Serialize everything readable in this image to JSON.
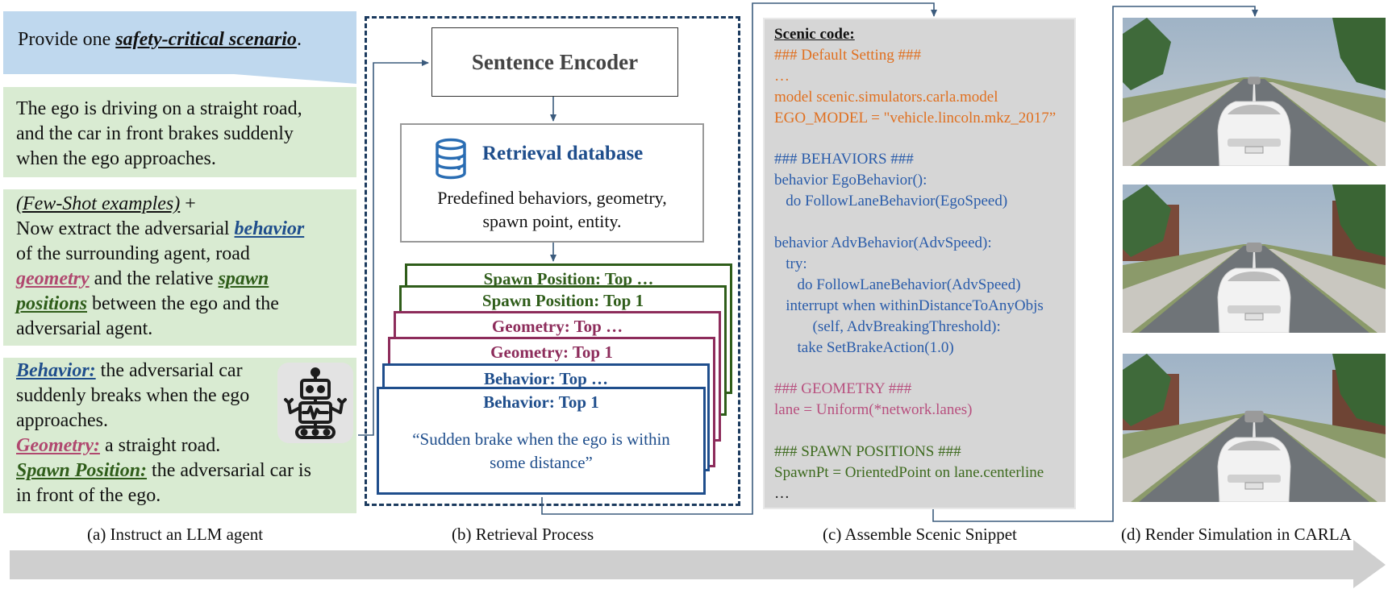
{
  "instruct": {
    "prompt_prefix": "Provide one ",
    "prompt_keyword": "safety-critical scenario",
    "prompt_suffix": ".",
    "scenario_lines": [
      "The ego is driving on a straight road,",
      "and the car in front brakes suddenly",
      "when the ego approaches."
    ],
    "fewshot_label": "(Few-Shot examples)",
    "fewshot_plus": " +",
    "extract_1": "Now extract the adversarial ",
    "kw_behavior": "behavior",
    "extract_2": "of the surrounding agent, road",
    "kw_geometry": "geometry",
    "extract_3": " and the relative ",
    "kw_spawn": "spawn",
    "kw_positions": "positions",
    "extract_4": " between the ego and the",
    "extract_5": "adversarial agent.",
    "ans_behavior_label": "Behavior:",
    "ans_behavior_1": " the adversarial car",
    "ans_behavior_2": "suddenly breaks when the ego",
    "ans_behavior_3": "approaches.",
    "ans_geometry_label": "Geometry:",
    "ans_geometry_text": " a straight road.",
    "ans_spawn_label": "Spawn Position:",
    "ans_spawn_1": " the adversarial car is",
    "ans_spawn_2": "in front of the ego."
  },
  "retrieval": {
    "encoder": "Sentence Encoder",
    "db_title": "Retrieval database",
    "db_desc_1": "Predefined behaviors, geometry,",
    "db_desc_2": "spawn point, entity.",
    "cards": [
      {
        "label": "Spawn Position: Top …",
        "kind": "spawn"
      },
      {
        "label": "Spawn Position: Top 1",
        "kind": "spawn"
      },
      {
        "label": "Geometry: Top …",
        "kind": "geometry"
      },
      {
        "label": "Geometry: Top 1",
        "kind": "geometry"
      },
      {
        "label": "Behavior: Top …",
        "kind": "behavior"
      },
      {
        "label": "Behavior: Top 1",
        "kind": "behavior"
      }
    ],
    "quote_1": "“Sudden brake when the ego is within",
    "quote_2": "some distance”"
  },
  "code": {
    "lines": [
      {
        "text": "Scenic code:",
        "color": "title"
      },
      {
        "text": "### Default Setting ###",
        "color": "orange"
      },
      {
        "text": "…",
        "color": "orange"
      },
      {
        "text": "model scenic.simulators.carla.model",
        "color": "orange"
      },
      {
        "text": "EGO_MODEL = \"vehicle.lincoln.mkz_2017”",
        "color": "orange"
      },
      {
        "text": "",
        "color": "blue"
      },
      {
        "text": "### BEHAVIORS ###",
        "color": "blue"
      },
      {
        "text": "behavior EgoBehavior():",
        "color": "blue"
      },
      {
        "text": "   do FollowLaneBehavior(EgoSpeed)",
        "color": "blue"
      },
      {
        "text": "",
        "color": "blue"
      },
      {
        "text": "behavior AdvBehavior(AdvSpeed):",
        "color": "blue"
      },
      {
        "text": "   try:",
        "color": "blue"
      },
      {
        "text": "      do FollowLaneBehavior(AdvSpeed)",
        "color": "blue"
      },
      {
        "text": "   interrupt when withinDistanceToAnyObjs",
        "color": "blue"
      },
      {
        "text": "          (self, AdvBreakingThreshold):",
        "color": "blue"
      },
      {
        "text": "      take SetBrakeAction(1.0)",
        "color": "blue"
      },
      {
        "text": "",
        "color": "pink"
      },
      {
        "text": "### GEOMETRY ###",
        "color": "pink"
      },
      {
        "text": "lane = Uniform(*network.lanes)",
        "color": "pink"
      },
      {
        "text": "",
        "color": "green"
      },
      {
        "text": "### SPAWN POSITIONS ###",
        "color": "green"
      },
      {
        "text": "SpawnPt = OrientedPoint on lane.centerline",
        "color": "green"
      },
      {
        "text": "…",
        "color": "black"
      }
    ]
  },
  "captions": {
    "a": "(a) Instruct an LLM agent",
    "b": "(b) Retrieval Process",
    "c": "(c) Assemble Scenic Snippet",
    "d": "(d) Render Simulation in CARLA"
  },
  "colors": {
    "prompt_bg": "#bfd8ee",
    "answer_bg": "#d9ebd2",
    "behavior": "#1f4e8c",
    "geometry": "#8d2c5b",
    "spawn": "#2f5d1a",
    "code_bg": "#d6d6d6",
    "arrow": "#cfcfcf"
  },
  "icons": [
    "robot-icon",
    "database-icon"
  ]
}
